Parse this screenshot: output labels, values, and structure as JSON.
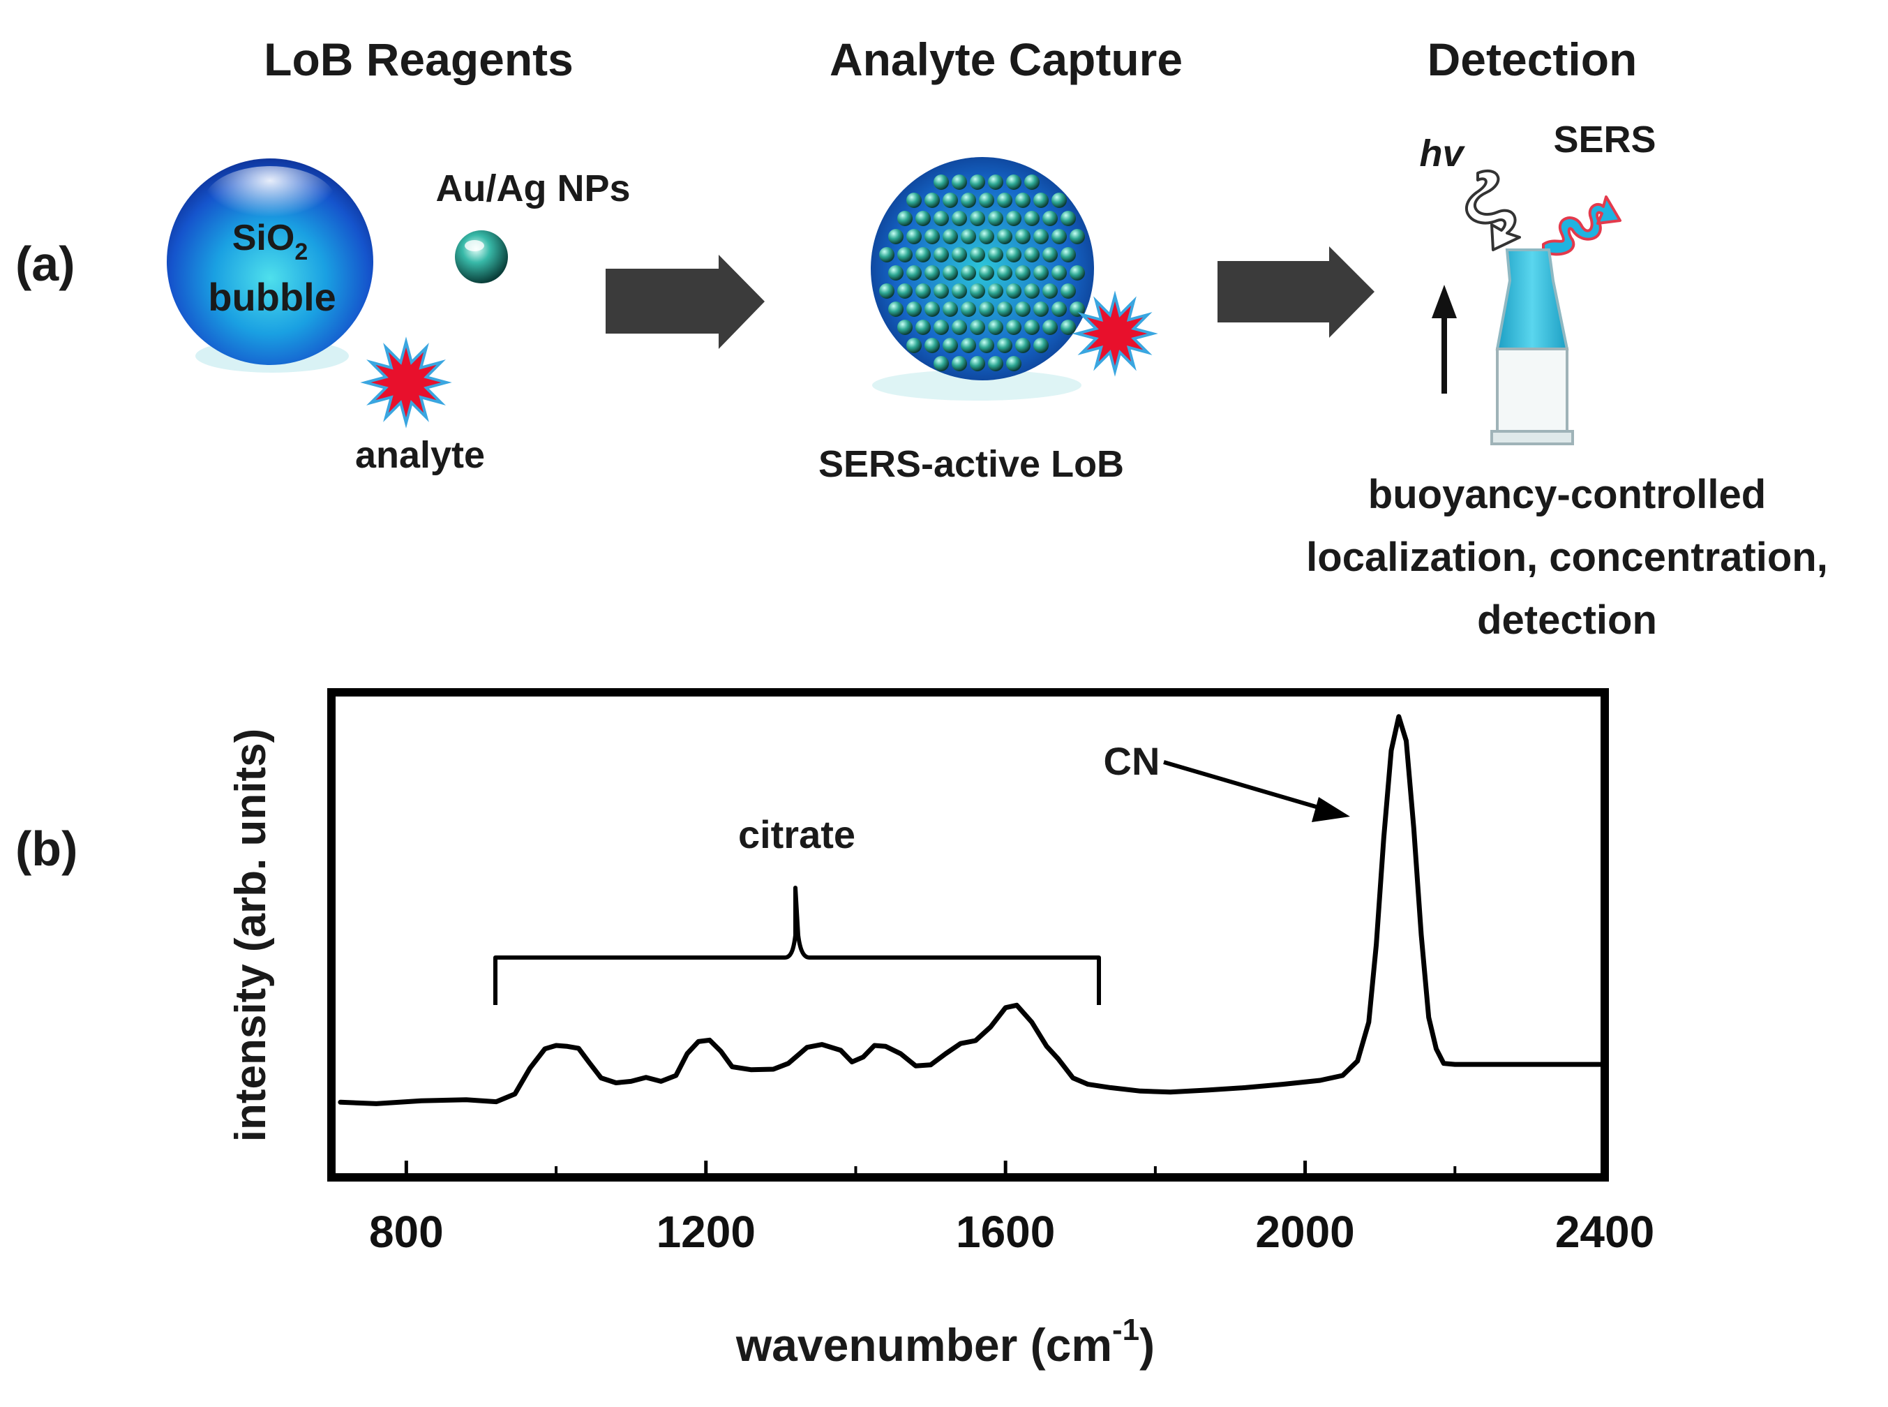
{
  "panel_a": {
    "label": "(a)",
    "headings": {
      "reagents": "LoB Reagents",
      "capture": "Analyte Capture",
      "detection": "Detection"
    },
    "bubble": {
      "line1_base": "SiO",
      "line1_sub": "2",
      "line2": "bubble"
    },
    "nps_label": "Au/Ag NPs",
    "analyte_label": "analyte",
    "lob_label": "SERS-active LoB",
    "hv_label": "hv",
    "sers_label": "SERS",
    "detection_caption": [
      "buoyancy-controlled",
      "localization, concentration,",
      "detection"
    ],
    "colors": {
      "bubble": "#1e5fd6",
      "bubble_light": "#39c9e6",
      "analyte": "#e8102c",
      "np": "#1f8f86",
      "arrow": "#3b3b3b",
      "tube_liquid": "#27b7d9"
    },
    "icons": [
      "silica-bubble-icon",
      "nanoparticle-icon",
      "analyte-star-icon",
      "lob-sphere-icon",
      "flow-arrow-icon",
      "photon-wave-icon",
      "sers-wave-icon",
      "sample-tube-icon",
      "buoyancy-arrow-icon"
    ]
  },
  "panel_b": {
    "label": "(b)",
    "annotations": {
      "citrate": "citrate",
      "cn": "CN"
    }
  },
  "chart_data": {
    "type": "line",
    "title": "",
    "xlabel_base": "wavenumber (cm",
    "xlabel_sup": "-1",
    "xlabel_close": ")",
    "ylabel": "intensity (arb. units)",
    "xlim": [
      700,
      2400
    ],
    "ylim": [
      0,
      100
    ],
    "x_ticks": [
      800,
      1200,
      1600,
      2000,
      2400
    ],
    "x_minor_ticks": [
      1000,
      1400,
      1800,
      2200
    ],
    "y_ticks_shown": false,
    "grid": false,
    "series": [
      {
        "color": "#000000",
        "points": [
          [
            712,
            15.5
          ],
          [
            760,
            15.2
          ],
          [
            820,
            15.8
          ],
          [
            880,
            16.0
          ],
          [
            920,
            15.6
          ],
          [
            945,
            17.2
          ],
          [
            965,
            22.5
          ],
          [
            985,
            26.5
          ],
          [
            1000,
            27.2
          ],
          [
            1015,
            27.0
          ],
          [
            1030,
            26.6
          ],
          [
            1045,
            23.5
          ],
          [
            1060,
            20.5
          ],
          [
            1080,
            19.5
          ],
          [
            1100,
            19.8
          ],
          [
            1120,
            20.6
          ],
          [
            1140,
            19.8
          ],
          [
            1160,
            21.0
          ],
          [
            1175,
            25.5
          ],
          [
            1190,
            28.0
          ],
          [
            1205,
            28.3
          ],
          [
            1220,
            26.0
          ],
          [
            1235,
            22.8
          ],
          [
            1260,
            22.2
          ],
          [
            1290,
            22.3
          ],
          [
            1310,
            23.5
          ],
          [
            1335,
            26.8
          ],
          [
            1355,
            27.4
          ],
          [
            1380,
            26.2
          ],
          [
            1395,
            23.8
          ],
          [
            1410,
            24.8
          ],
          [
            1425,
            27.2
          ],
          [
            1440,
            27.0
          ],
          [
            1460,
            25.5
          ],
          [
            1480,
            23.0
          ],
          [
            1500,
            23.2
          ],
          [
            1520,
            25.5
          ],
          [
            1540,
            27.6
          ],
          [
            1560,
            28.2
          ],
          [
            1580,
            31.0
          ],
          [
            1600,
            35.0
          ],
          [
            1615,
            35.5
          ],
          [
            1635,
            32.0
          ],
          [
            1655,
            27.0
          ],
          [
            1670,
            24.5
          ],
          [
            1690,
            20.5
          ],
          [
            1710,
            19.2
          ],
          [
            1740,
            18.5
          ],
          [
            1780,
            17.8
          ],
          [
            1820,
            17.6
          ],
          [
            1870,
            18.0
          ],
          [
            1920,
            18.5
          ],
          [
            1970,
            19.2
          ],
          [
            2020,
            20.0
          ],
          [
            2050,
            21.0
          ],
          [
            2070,
            24.0
          ],
          [
            2085,
            32.0
          ],
          [
            2095,
            48.0
          ],
          [
            2105,
            70.0
          ],
          [
            2115,
            88.0
          ],
          [
            2125,
            95.0
          ],
          [
            2135,
            90.0
          ],
          [
            2145,
            72.0
          ],
          [
            2155,
            50.0
          ],
          [
            2165,
            33.0
          ],
          [
            2175,
            26.5
          ],
          [
            2185,
            23.5
          ],
          [
            2200,
            23.3
          ],
          [
            2300,
            23.3
          ],
          [
            2395,
            23.3
          ]
        ]
      }
    ]
  }
}
